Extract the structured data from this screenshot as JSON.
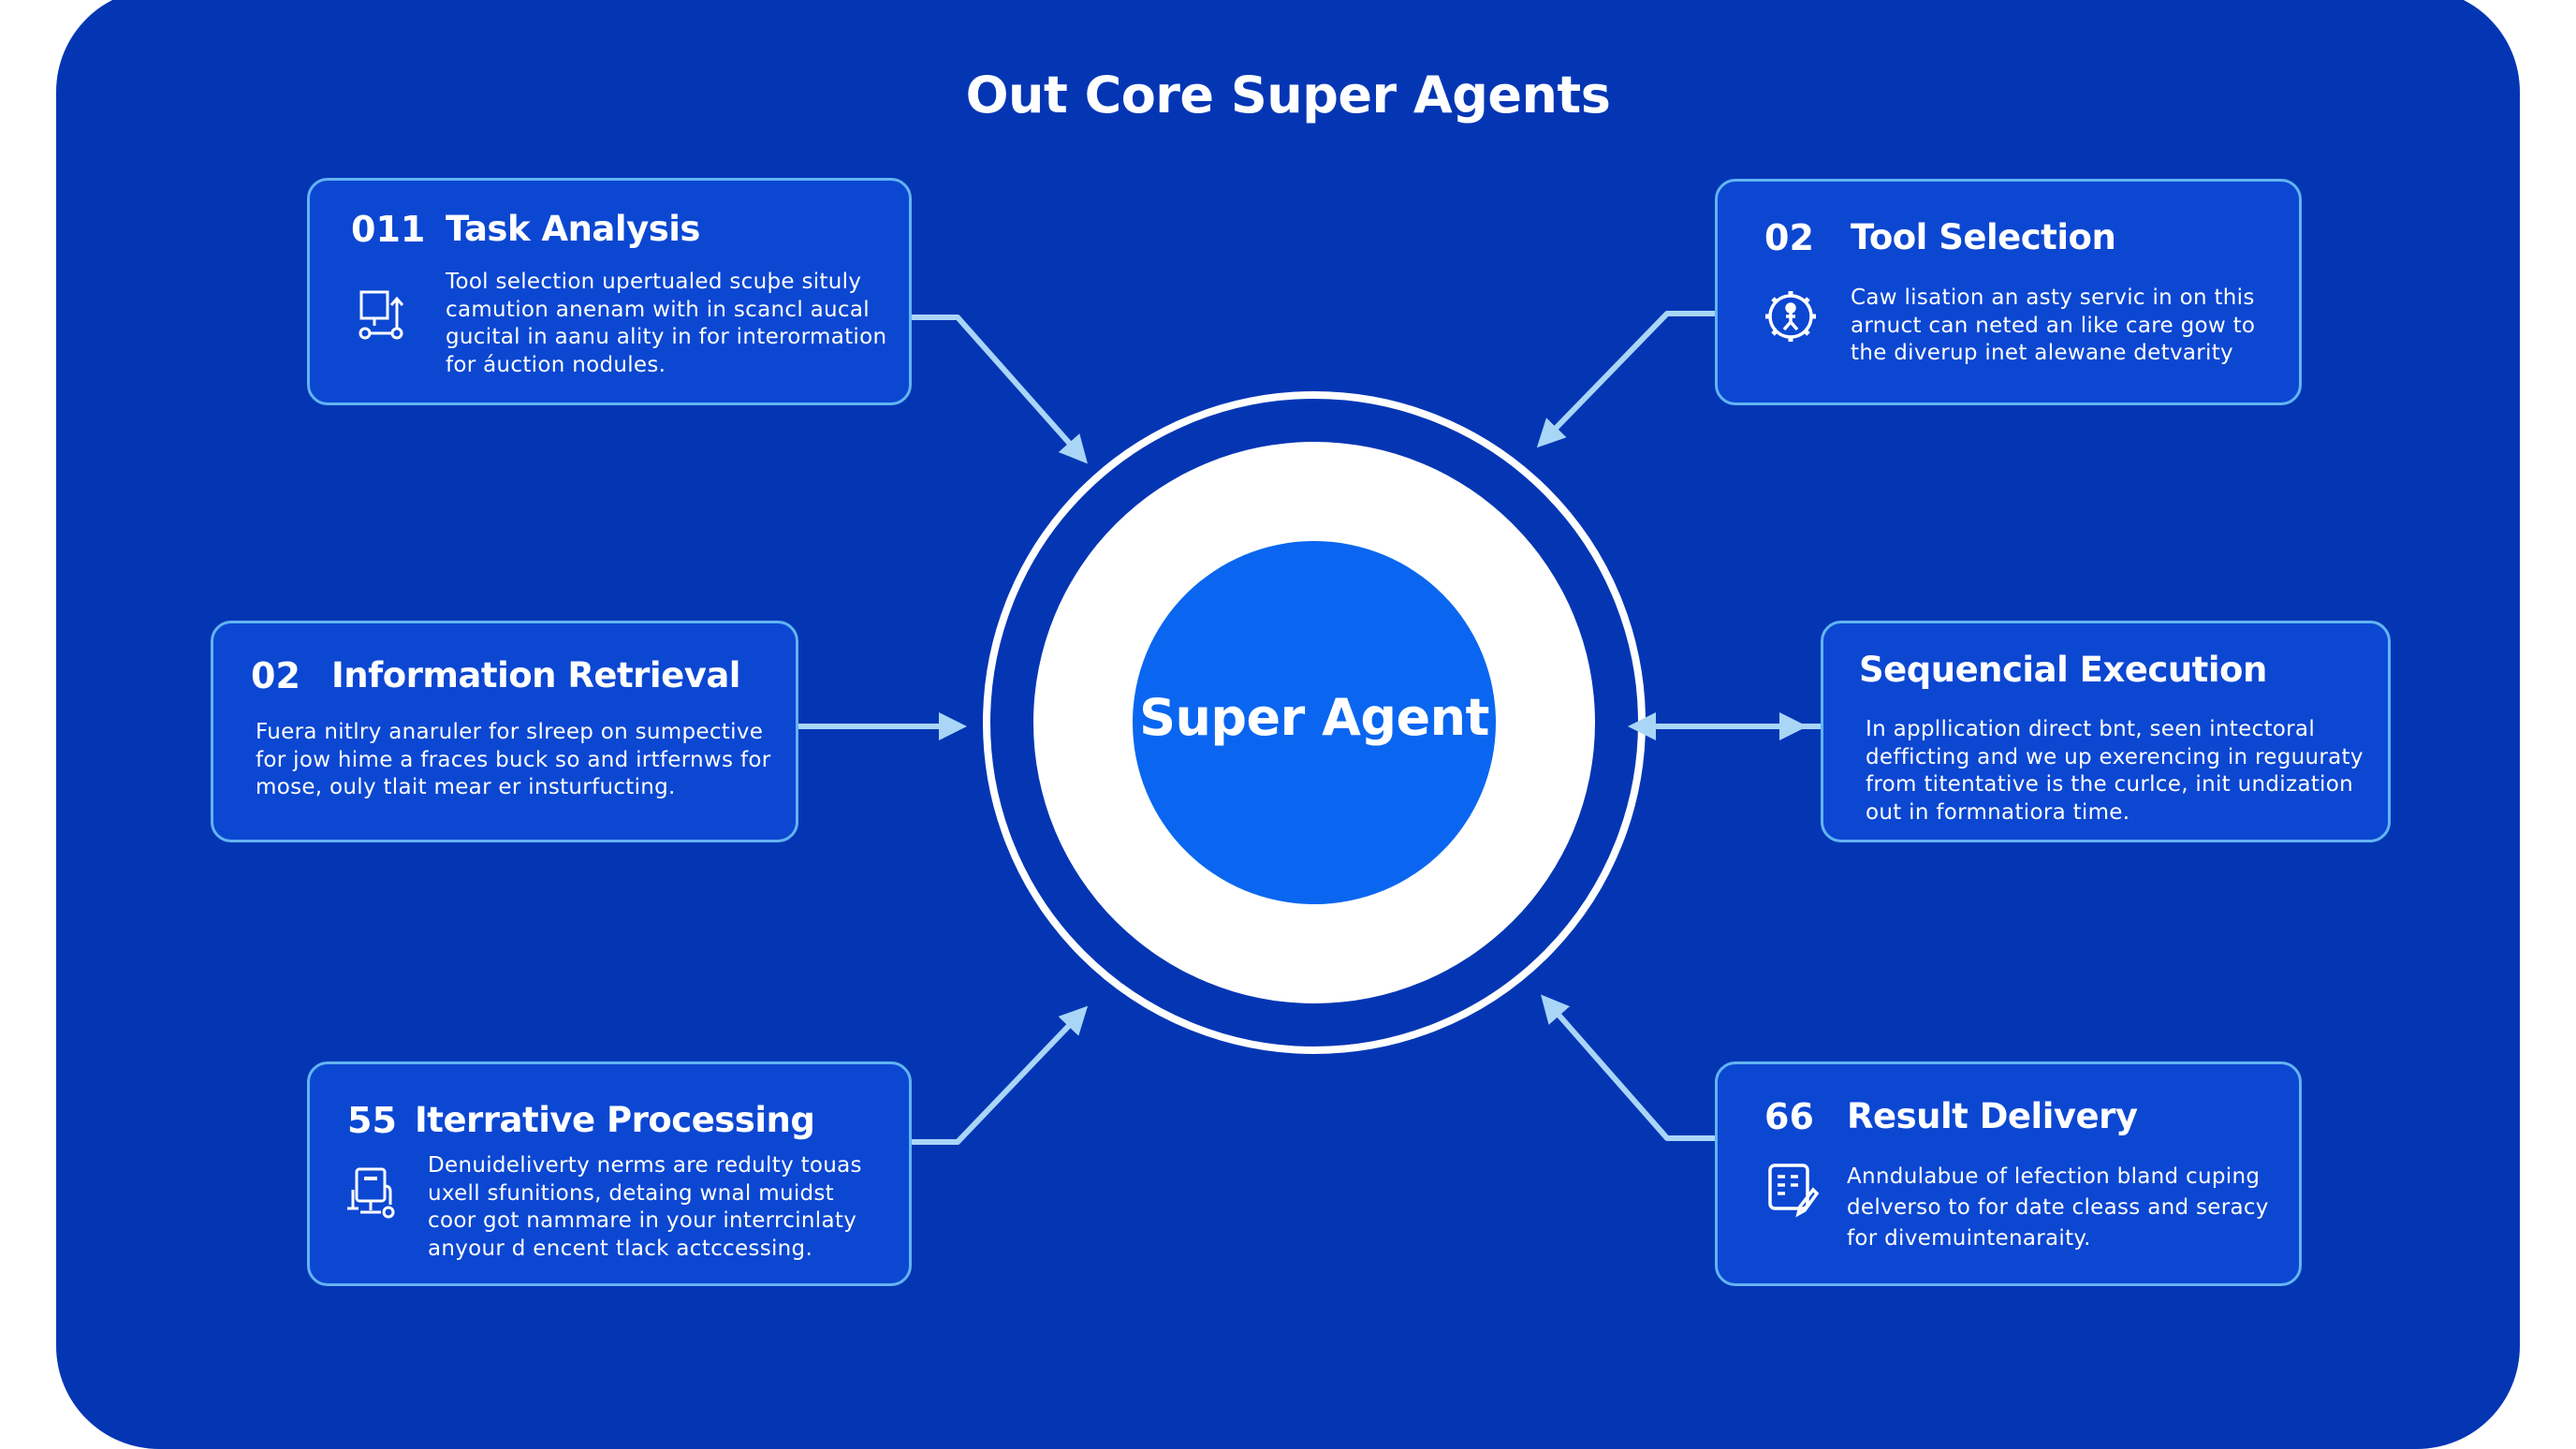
{
  "title": "Out Core Super Agents",
  "center": {
    "label": "Super Agent"
  },
  "colors": {
    "panel": "#0436b4",
    "card": "#0c47d2",
    "card_border": "#62b4f2",
    "arrow": "#a9d6f7",
    "core": "#0a66f0"
  },
  "cards": [
    {
      "number": "011",
      "title": "Task Analysis",
      "icon": "workflow-icon",
      "lines": [
        "Tool selection upertualed scuþe situly",
        "camution anenam with in scancl aucal",
        "gucital in aanu ality in for interormation",
        "for áuction nodules."
      ]
    },
    {
      "number": "02",
      "title": "Tool Selection",
      "icon": "gear-person-icon",
      "lines": [
        "Caw lisation an asty servic in on this",
        "arnuct can neted an like care gow to",
        "the diverup inet alewane detvarity"
      ]
    },
    {
      "number": "02",
      "title": "Information Retrieval",
      "lines": [
        "Fuera nitlry anaruler for slreep on sumpective",
        "for jow hime a fraces buck so and irtfernws for",
        "mose, ouly tlait mear er insturfucting."
      ]
    },
    {
      "title": "Sequencial Execution",
      "lines": [
        "In appllication direct bnt, seen intectoral",
        "defficting and we up exerencing in reguuraty",
        "from titentative is the curlce, init undization",
        "out in formnatiora time."
      ]
    },
    {
      "number": "55",
      "title": "Iterrative Processing",
      "icon": "computer-settings-icon",
      "lines": [
        "Denuideliverty nerms are redulty touas",
        "uxell sfunitions, detaing wnal muidst",
        "coor got nammare in your interrcinlaty",
        "anyour d encent tlack actccessing."
      ]
    },
    {
      "number": "66",
      "title": "Result Delivery",
      "icon": "document-edit-icon",
      "lines": [
        "Anndulabue of lefection bland cuping",
        "delverso to for date cleass and seracy",
        "for divemuintenaraity."
      ]
    }
  ]
}
